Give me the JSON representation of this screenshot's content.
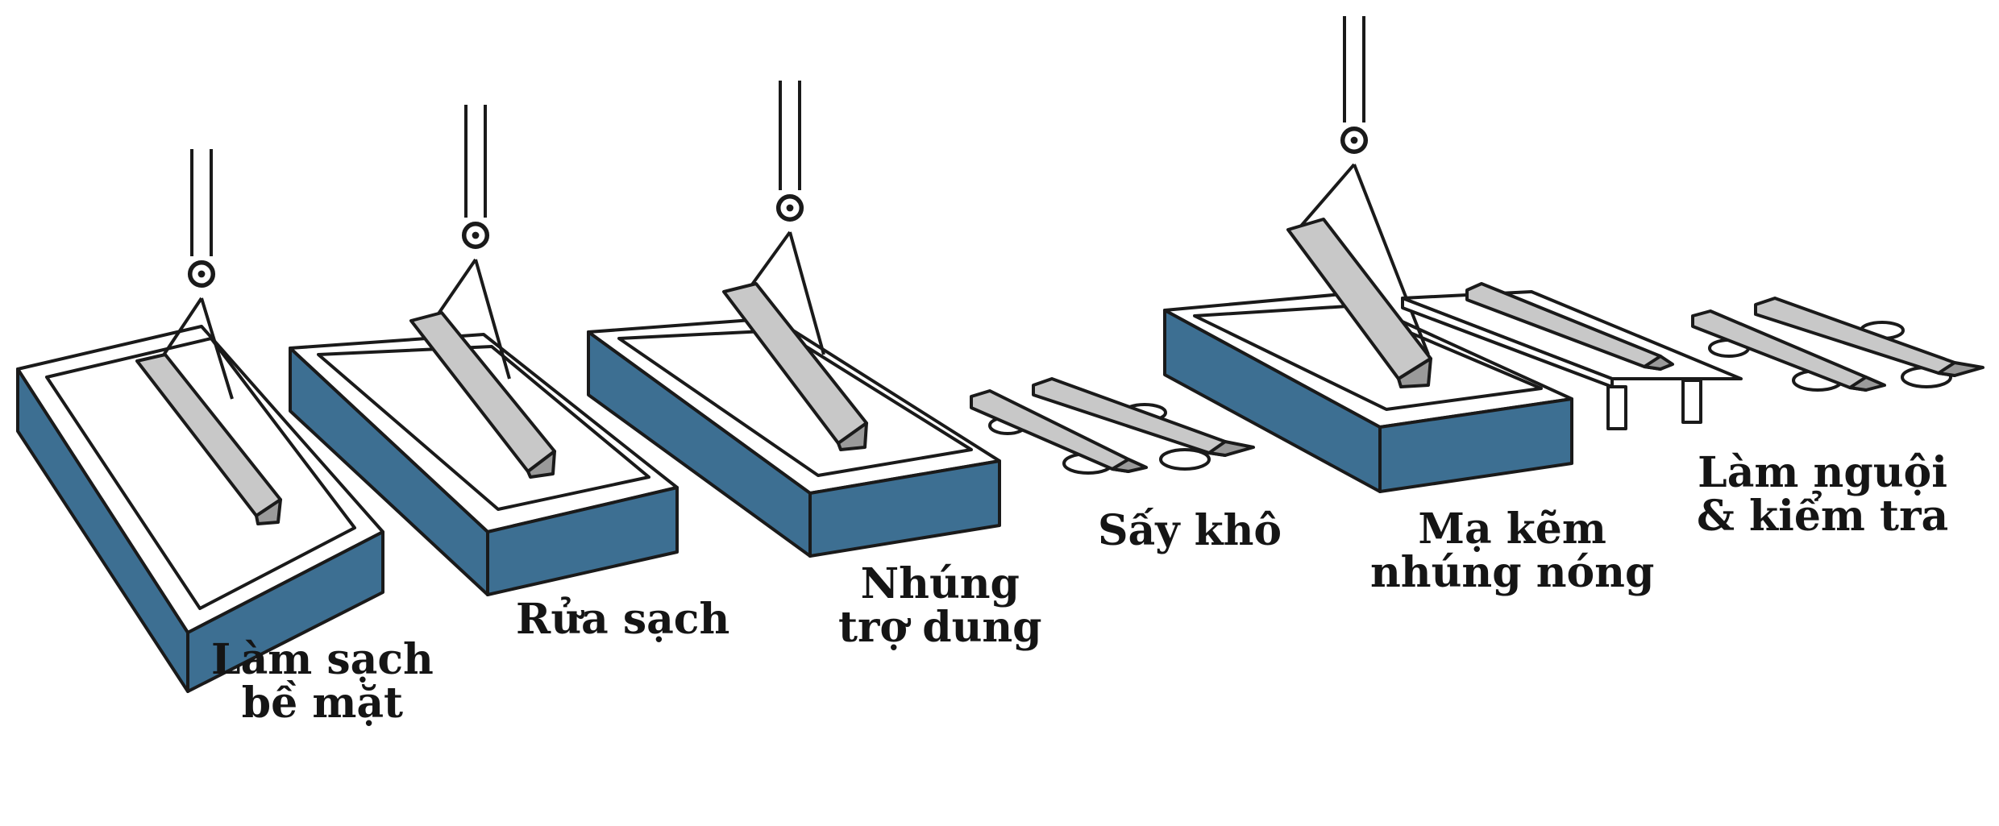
{
  "diagram": {
    "stages": [
      {
        "id": "surface-cleaning",
        "label": [
          "Làm sạch",
          "bề mặt"
        ]
      },
      {
        "id": "rinsing",
        "label": [
          "Rửa sạch"
        ]
      },
      {
        "id": "flux-dipping",
        "label": [
          "Nhúng",
          "trợ dung"
        ]
      },
      {
        "id": "drying",
        "label": [
          "Sấy khô"
        ]
      },
      {
        "id": "hot-dip-galvanizing",
        "label": [
          "Mạ kẽm",
          "nhúng nóng"
        ]
      },
      {
        "id": "cooling-inspection",
        "label": [
          "Làm nguội",
          "& kiểm tra"
        ]
      }
    ]
  },
  "colors": {
    "tank_side": "#3d6f92",
    "tank_top": "#ffffff",
    "outline": "#1a1a1a",
    "steel_light": "#c8c8c8",
    "steel_dark": "#9a9a9a",
    "text": "#151515"
  }
}
